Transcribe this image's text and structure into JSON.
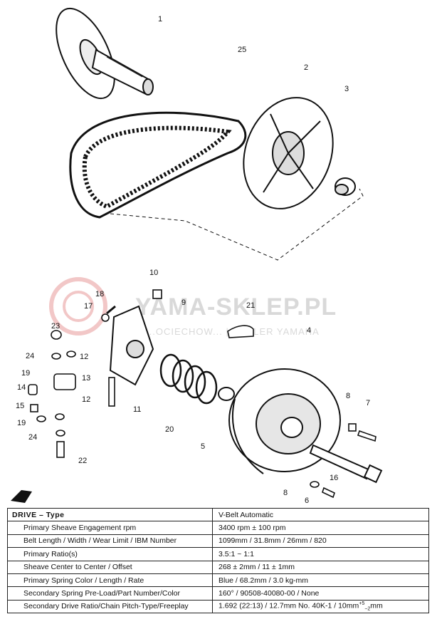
{
  "watermark": {
    "title": "YAMA-SKLEP.PL",
    "subtitle": "...OCIECHOW... | DEALER YAMAHA"
  },
  "callouts": [
    "1",
    "25",
    "2",
    "3",
    "10",
    "18",
    "9",
    "17",
    "21",
    "23",
    "24",
    "12",
    "19",
    "13",
    "14",
    "12",
    "15",
    "19",
    "24",
    "11",
    "4",
    "20",
    "5",
    "8",
    "7",
    "16",
    "22",
    "8",
    "6"
  ],
  "specs": {
    "header": {
      "label": "DRIVE – Type",
      "value": "V-Belt Automatic"
    },
    "rows": [
      {
        "label": "Primary Sheave Engagement rpm",
        "value": "3400 rpm ± 100 rpm"
      },
      {
        "label": "Belt Length / Width / Wear Limit / IBM Number",
        "value": "1099mm / 31.8mm / 26mm / 820"
      },
      {
        "label": "Primary Ratio(s)",
        "value": "3.5:1 ~ 1:1"
      },
      {
        "label": "Sheave Center to Center / Offset",
        "value": "268 ± 2mm / 11 ± 1mm"
      },
      {
        "label": "Primary Spring Color / Length / Rate",
        "value": "Blue / 68.2mm / 3.0 kg-mm"
      },
      {
        "label": "Secondary Spring Pre-Load/Part Number/Color",
        "value": "160° / 90508-40080-00 / None"
      },
      {
        "label": "Secondary Drive Ratio/Chain Pitch-Type/Freeplay",
        "value": "1.692 (22:13) / 12.7mm No. 40K-1 / 10mm",
        "sup": "+5",
        "sub": "−2",
        "unit": "mm"
      }
    ]
  }
}
